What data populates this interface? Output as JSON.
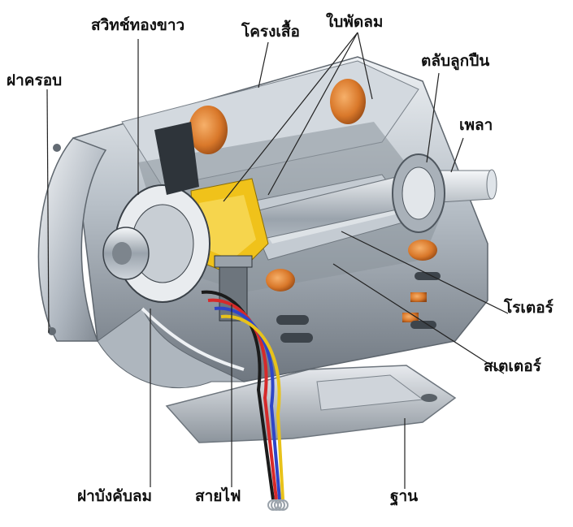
{
  "labels": {
    "white_switch": "สวิทช์ทองขาว",
    "frame": "โครงเสื้อ",
    "fan_blade": "ใบพัดลม",
    "cover": "ฝาครอบ",
    "bearing": "ตลับลูกปืน",
    "shaft": "เพลา",
    "rotor": "โรเตอร์",
    "stator": "สเตเตอร์",
    "fan_cover": "ฝาบังคับลม",
    "wire": "สายไฟ",
    "base": "ฐาน"
  },
  "wire_colors": [
    "#1b1b1b",
    "#d62a2a",
    "#2f45c8",
    "#e8c21a"
  ],
  "accent_colors": {
    "metal": "#b9c1c9",
    "copper": "#d9782a",
    "yellow_part": "#f0c21a"
  }
}
